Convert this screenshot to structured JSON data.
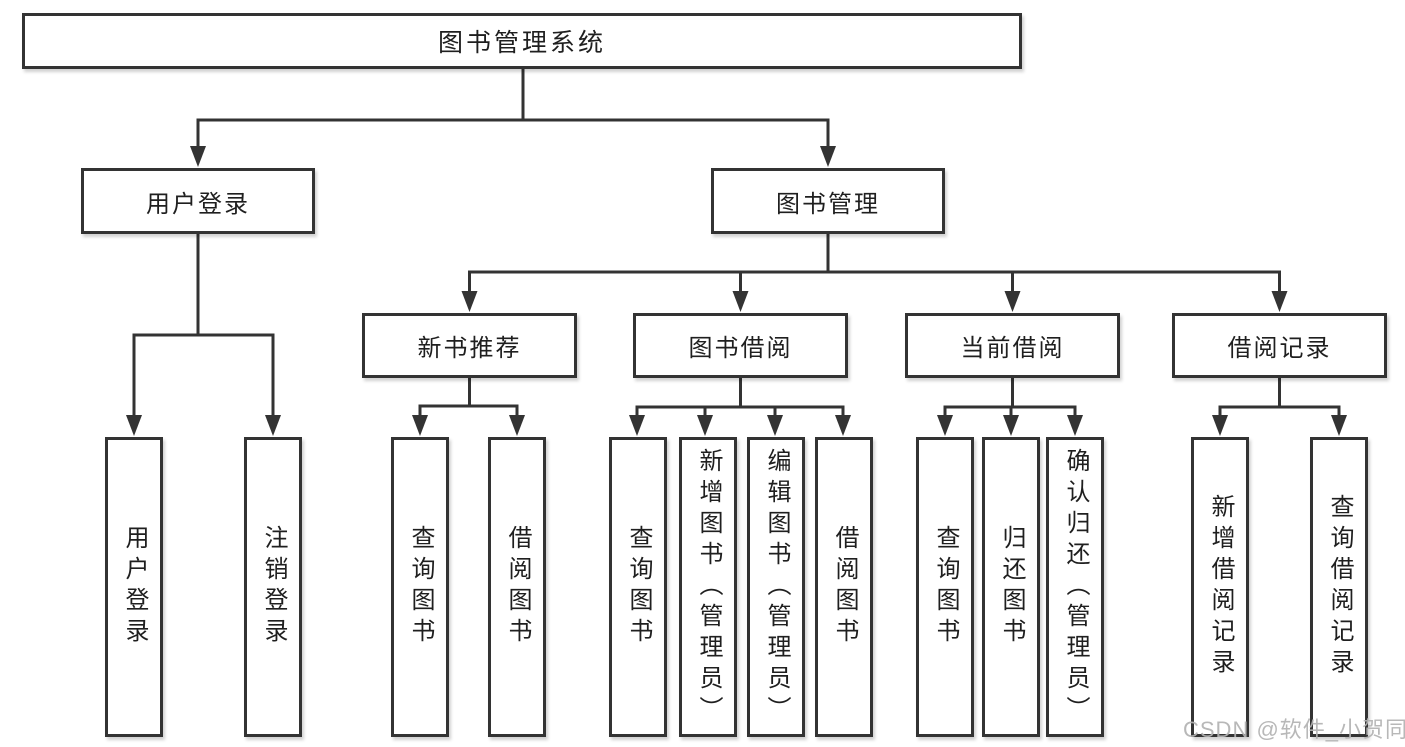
{
  "diagram": {
    "root": {
      "label": "图书管理系统"
    },
    "branches": {
      "user_login": {
        "label": "用户登录",
        "children": {
          "login": "用户登录",
          "logout": "注销登录"
        }
      },
      "book_management": {
        "label": "图书管理",
        "sections": {
          "new_books": {
            "label": "新书推荐",
            "children": {
              "query": "查询图书",
              "borrow": "借阅图书"
            }
          },
          "book_borrowing": {
            "label": "图书借阅",
            "children": {
              "query": "查询图书",
              "add": "新增图书（管理员）",
              "edit": "编辑图书（管理员）",
              "borrow": "借阅图书"
            }
          },
          "current_borrowing": {
            "label": "当前借阅",
            "children": {
              "query": "查询图书",
              "return": "归还图书",
              "confirm_return": "确认归还（管理员）"
            }
          },
          "borrowing_records": {
            "label": "借阅记录",
            "children": {
              "add_record": "新增借阅记录",
              "query_record": "查询借阅记录"
            }
          }
        }
      }
    }
  },
  "watermark": "CSDN @软件_小贺同学",
  "colors": {
    "line": "#333333",
    "box_border": "#333333",
    "box_fill": "#ffffff",
    "text": "#1f1f1f",
    "watermark": "#b3b3b3",
    "background": "#ffffff"
  }
}
